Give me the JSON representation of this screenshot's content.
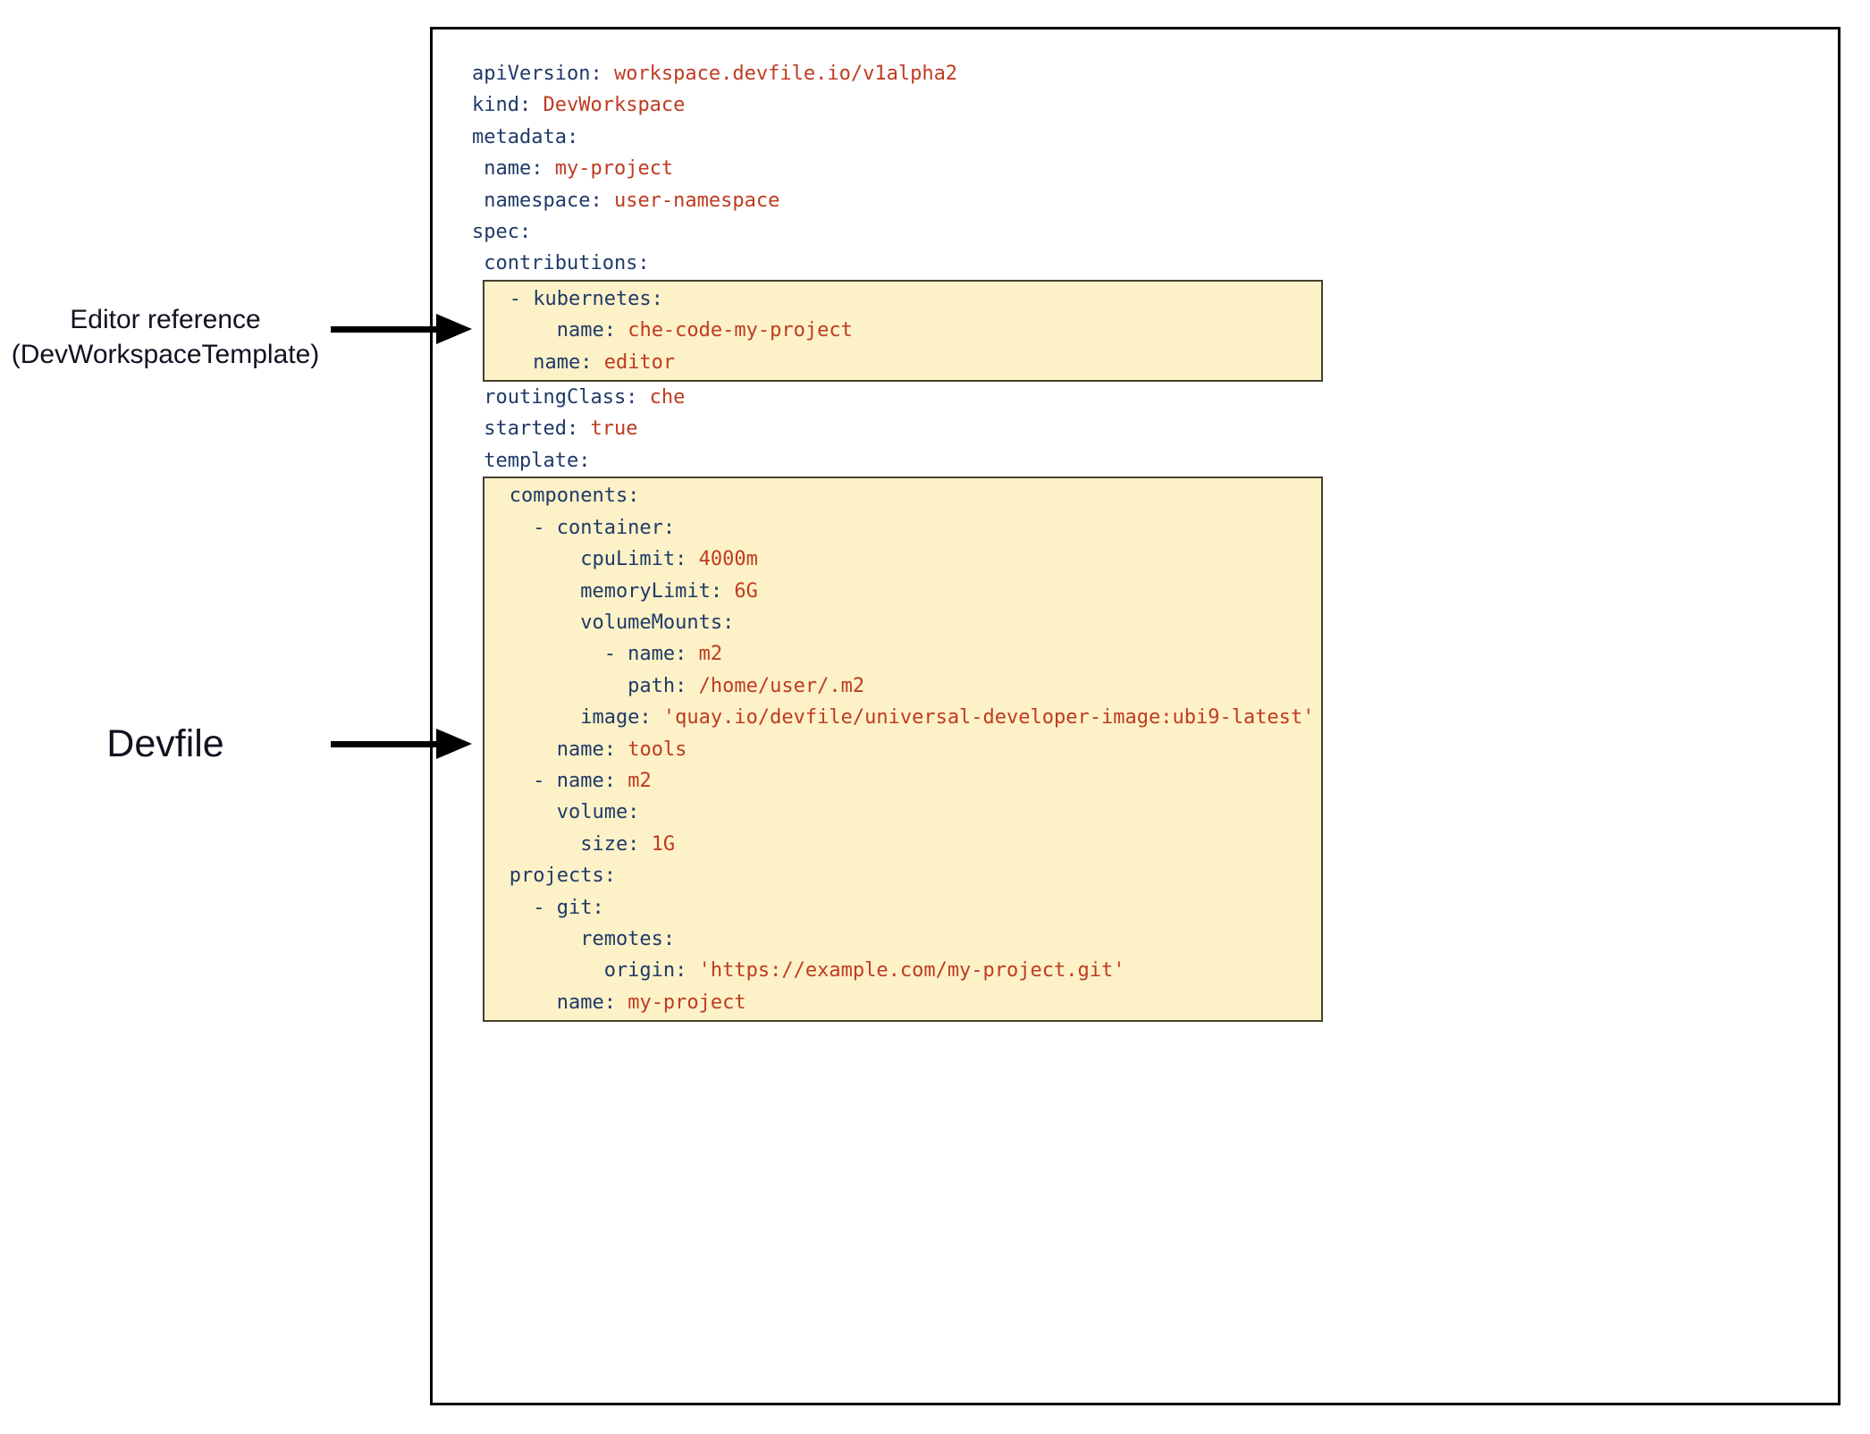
{
  "colors": {
    "yaml_key": "#1f3a68",
    "yaml_value": "#bf3b21",
    "highlight_bg": "#fdf1c7",
    "highlight_border": "#45402e",
    "outer_border": "#000000",
    "annotation_text": "#10121f",
    "arrow": "#000000",
    "background": "#ffffff"
  },
  "annotations": {
    "editor": {
      "line1": "Editor reference",
      "line2": "(DevWorkspaceTemplate)"
    },
    "devfile": {
      "label": "Devfile"
    }
  },
  "code_groups": [
    {
      "type": "plain",
      "name": "yaml-header-group",
      "lines": [
        {
          "k": "apiVersion:",
          "v": "workspace.devfile.io/v1alpha2"
        },
        {
          "k": "kind:",
          "v": "DevWorkspace"
        },
        {
          "k": "metadata:",
          "v": ""
        },
        {
          "k": " name:",
          "v": "my-project"
        },
        {
          "k": " namespace:",
          "v": "user-namespace"
        },
        {
          "k": "spec:",
          "v": ""
        },
        {
          "k": " contributions:",
          "v": ""
        }
      ]
    },
    {
      "type": "highlight",
      "name": "editor-reference-box",
      "lines": [
        {
          "k": "   - kubernetes:",
          "v": ""
        },
        {
          "k": "       name:",
          "v": "che-code-my-project"
        },
        {
          "k": "     name:",
          "v": "editor"
        }
      ]
    },
    {
      "type": "plain",
      "name": "yaml-spec-group",
      "lines": [
        {
          "k": " routingClass:",
          "v": "che"
        },
        {
          "k": " started:",
          "v": "true"
        },
        {
          "k": " template:",
          "v": ""
        }
      ]
    },
    {
      "type": "highlight",
      "name": "devfile-box",
      "lines": [
        {
          "k": "   components:",
          "v": ""
        },
        {
          "k": "     - container:",
          "v": ""
        },
        {
          "k": "         cpuLimit:",
          "v": "4000m"
        },
        {
          "k": "         memoryLimit:",
          "v": "6G"
        },
        {
          "k": "         volumeMounts:",
          "v": ""
        },
        {
          "k": "           - name:",
          "v": "m2"
        },
        {
          "k": "             path:",
          "v": "/home/user/.m2"
        },
        {
          "k": "         image:",
          "v": "'quay.io/devfile/universal-developer-image:ubi9-latest'"
        },
        {
          "k": "       name:",
          "v": "tools"
        },
        {
          "k": "     - name:",
          "v": "m2"
        },
        {
          "k": "       volume:",
          "v": ""
        },
        {
          "k": "         size:",
          "v": "1G"
        },
        {
          "k": "   projects:",
          "v": ""
        },
        {
          "k": "     - git:",
          "v": ""
        },
        {
          "k": "         remotes:",
          "v": ""
        },
        {
          "k": "           origin:",
          "v": "'https://example.com/my-project.git'"
        },
        {
          "k": "       name:",
          "v": "my-project"
        }
      ]
    }
  ]
}
